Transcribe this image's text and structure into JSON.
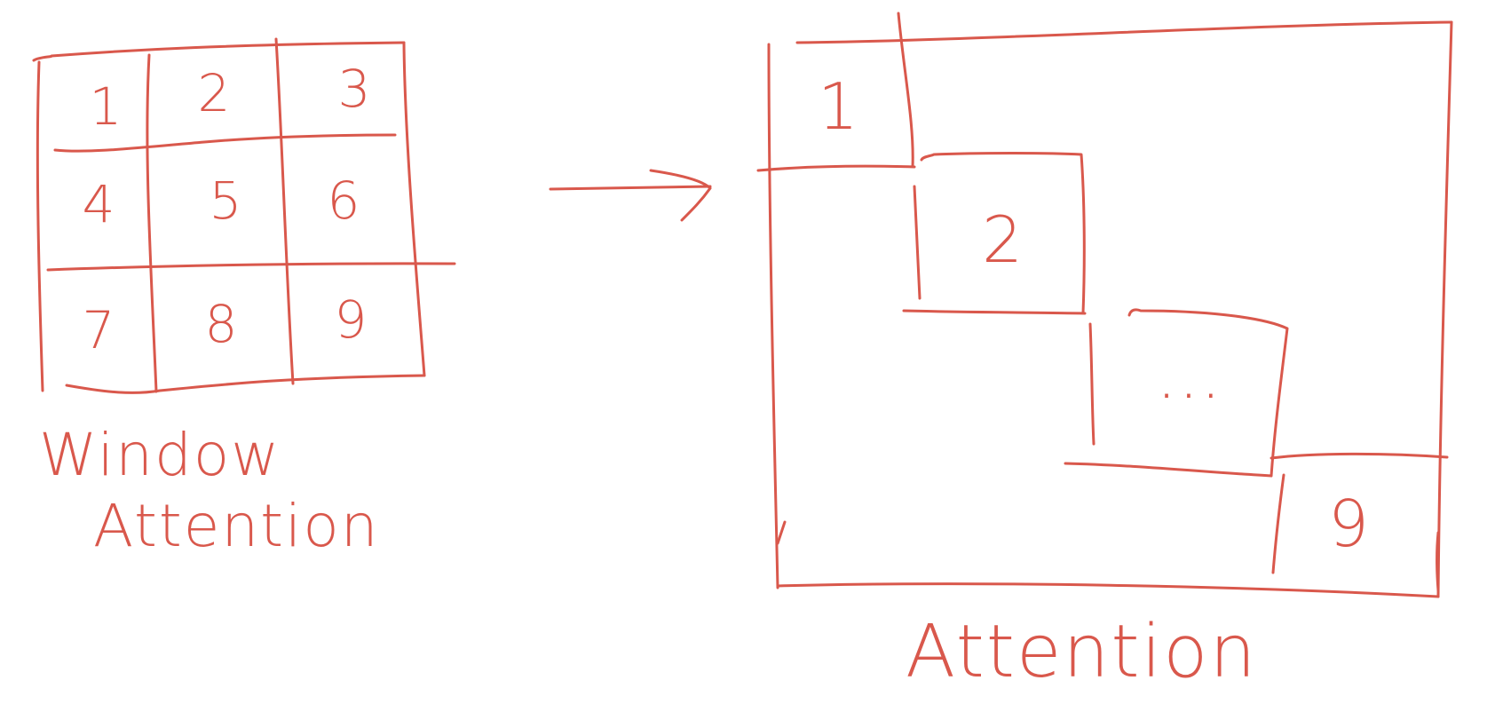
{
  "ink_color": "#d9584c",
  "window_grid": {
    "cells": [
      "1",
      "2",
      "3",
      "4",
      "5",
      "6",
      "7",
      "8",
      "9"
    ],
    "caption_line1": "Window",
    "caption_line2": "Attention"
  },
  "attention_matrix": {
    "blocks": [
      "1",
      "2",
      "...",
      "9"
    ],
    "caption": "Attention"
  }
}
